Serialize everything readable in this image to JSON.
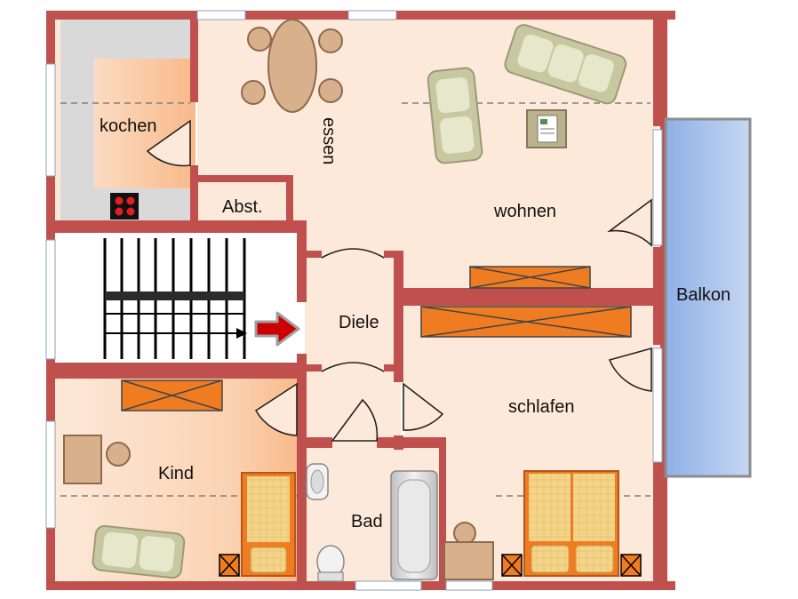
{
  "rooms": {
    "kochen": "kochen",
    "essen": "essen",
    "abst": "Abst.",
    "wohnen": "wohnen",
    "balkon": "Balkon",
    "diele": "Diele",
    "kind": "Kind",
    "bad": "Bad",
    "schlafen": "schlafen"
  },
  "colors": {
    "wall": "#c0504d",
    "floor": "#fde9d9",
    "floor_warm": "#fbcfa8",
    "kitchen_counter": "#d9d9d9",
    "balcony": "#a9c4ec",
    "heater": "#f07c22",
    "furniture": "#c8c8a0",
    "furniture_light": "#e7e7cc",
    "stairs": "#000000",
    "arrow": "#cc0000"
  },
  "icons": [
    "stove-icon",
    "arrow-right-icon",
    "toilet-icon",
    "sink-icon",
    "bathtub-icon",
    "sofa-icon",
    "armchair-icon",
    "bed-icon",
    "chair-icon",
    "table-icon",
    "heater-icon"
  ]
}
